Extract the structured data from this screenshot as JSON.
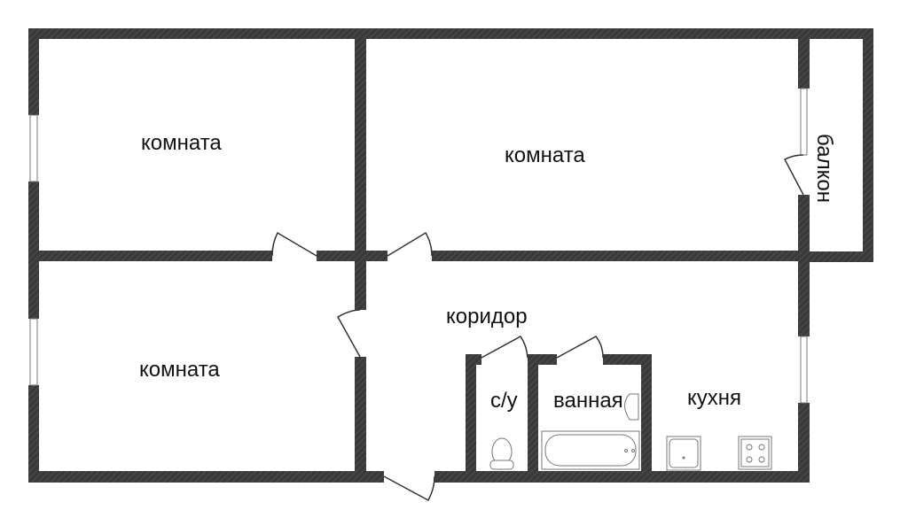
{
  "rooms": {
    "room_top_left": "комната",
    "room_top_right": "комната",
    "room_bottom_left": "комната",
    "balcony": "балкон",
    "corridor": "коридор",
    "toilet": "с/у",
    "bathroom": "ванная",
    "kitchen": "кухня"
  },
  "colors": {
    "wall": "#333333",
    "background": "#ffffff"
  }
}
